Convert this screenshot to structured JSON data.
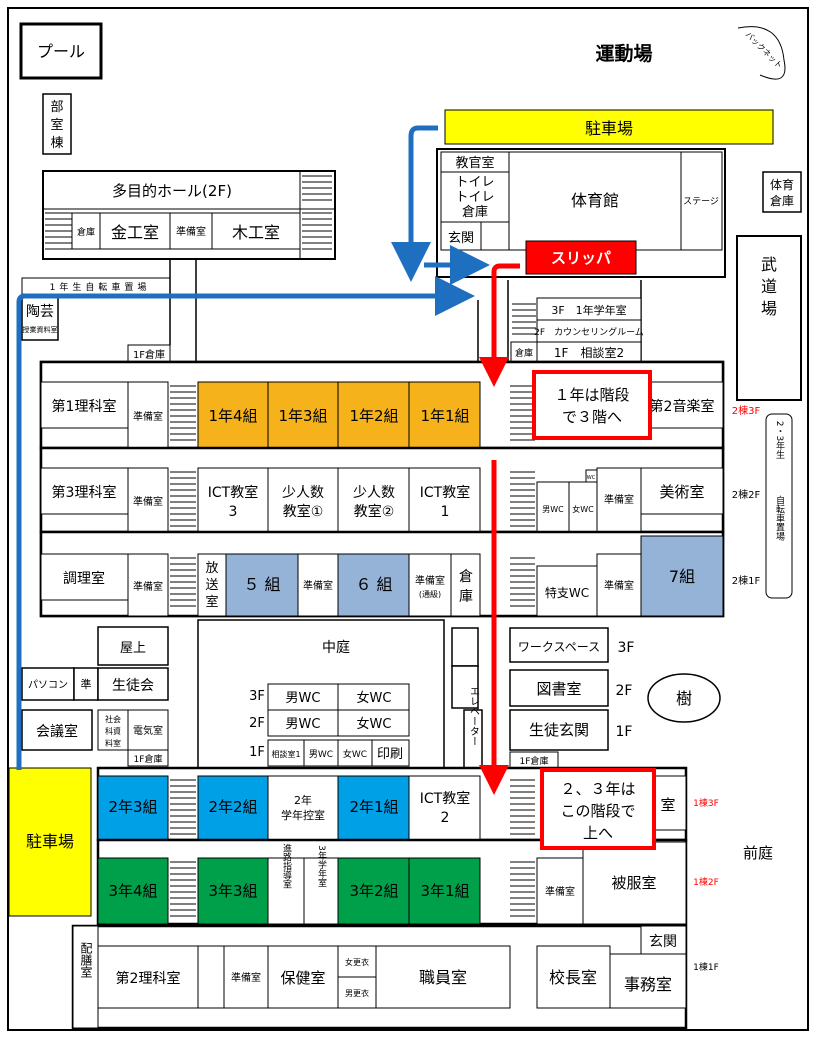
{
  "labels": {
    "pool": "プール",
    "ground": "運動場",
    "backnet": "バックネット",
    "clubroom_1": "部",
    "clubroom_2": "室",
    "clubroom_3": "棟",
    "parking_top": "駐車場",
    "teacher_room": "教官室",
    "toilet_1": "トイレ",
    "toilet_2": "トイレ",
    "storage": "倉庫",
    "entrance": "玄関",
    "gym": "体育館",
    "stage": "ステージ",
    "gym_storage_1": "体育",
    "gym_storage_2": "倉庫",
    "dojo_1": "武",
    "dojo_2": "道",
    "dojo_3": "場",
    "multi_hall": "多目的ホール(2F)",
    "small_storage": "倉庫",
    "prep": "準備室",
    "metal_room": "金工室",
    "wood_room": "木工室",
    "bike_1st": "1年生自転車置場",
    "pottery": "陶芸",
    "pottery_sub": "授業資料室",
    "slipper": "スリッパ",
    "grade1_room": "3F　1年学年室",
    "counseling": "2F　カウンセリングルーム",
    "storage_1f": "倉庫",
    "consult2": "1F　相談室2",
    "storage_1f_a": "1F倉庫",
    "sci1": "第1理科室",
    "c1_4": "1年4組",
    "c1_3": "1年3組",
    "c1_2": "1年2組",
    "c1_1": "1年1組",
    "note1_line1": "１年は階段",
    "note1_line2": "で３階へ",
    "music2": "第2音楽室",
    "b2_3f": "2棟3F",
    "sci3": "第3理科室",
    "ict3_a": "ICT教室",
    "ict3_b": "3",
    "small1_a": "少人数",
    "small1_b": "教室①",
    "small2_a": "少人数",
    "small2_b": "教室②",
    "ict1_a": "ICT教室",
    "ict1_b": "1",
    "men_wc": "男WC",
    "women_wc": "女WC",
    "wc": "WC",
    "art": "美術室",
    "b2_2f": "2棟2F",
    "bike_23_a": "2・3年生",
    "bike_23_b": "自転車置場",
    "cooking": "調理室",
    "broadcast_1": "放",
    "broadcast_2": "送",
    "broadcast_3": "室",
    "cls5": "５ 組",
    "cls6": "６ 組",
    "prep_pass": "準備室",
    "prep_pass_sub": "(通級)",
    "storage_v1": "倉",
    "storage_v2": "庫",
    "special_wc": "特支WC",
    "cls7": "7組",
    "b2_1f": "2棟1F",
    "rooftop": "屋上",
    "student_council": "生徒会",
    "pc": "パソコン",
    "prep_short": "準",
    "courtyard": "中庭",
    "f3": "3F",
    "f2": "2F",
    "f1": "1F",
    "consult1": "相談室1",
    "print": "印刷",
    "workspace": "ワークスペース",
    "library": "図書室",
    "student_entrance": "生徒玄関",
    "tree": "樹",
    "meeting": "会議室",
    "social_1": "社会",
    "social_2": "科資",
    "social_3": "料室",
    "electric": "電気室",
    "storage_1f_b": "1F倉庫",
    "storage_1f_c": "1F倉庫",
    "elevator": "エレベーター",
    "parking_left": "駐車場",
    "c2_3": "2年3組",
    "c2_2": "2年2組",
    "g2room_a": "2年",
    "g2room_b": "学年控室",
    "c2_1": "2年1組",
    "ict2_a": "ICT教室",
    "ict2_b": "2",
    "note2_line1": "２、３年は",
    "note2_line2": "この階段で",
    "note2_line3": "上へ",
    "room_hidden": "室",
    "b1_3f": "1棟3F",
    "front_yard": "前庭",
    "c3_4": "3年4組",
    "c3_3": "3年3組",
    "career": "進路指導室",
    "g3room": "3年学年室",
    "c3_2": "3年2組",
    "c3_1": "3年1組",
    "clothing": "被服室",
    "b1_2f": "1棟2F",
    "haizen": "配膳室",
    "sci2": "第2理科室",
    "health": "保健室",
    "women_change": "女更衣",
    "men_change": "男更衣",
    "staff": "職員室",
    "principal": "校長室",
    "office": "事務室",
    "b1_1f": "1棟1F"
  },
  "colors": {
    "grade1": "#f5b21b",
    "grade2": "#00a0e6",
    "grade3": "#00a04b",
    "special": "#95b3d7",
    "parking": "#ffff00",
    "slipper": "#ff0000",
    "route_blue": "#1f6fc0",
    "route_red": "#ff0000",
    "floor_label_red": "#ff0000"
  }
}
